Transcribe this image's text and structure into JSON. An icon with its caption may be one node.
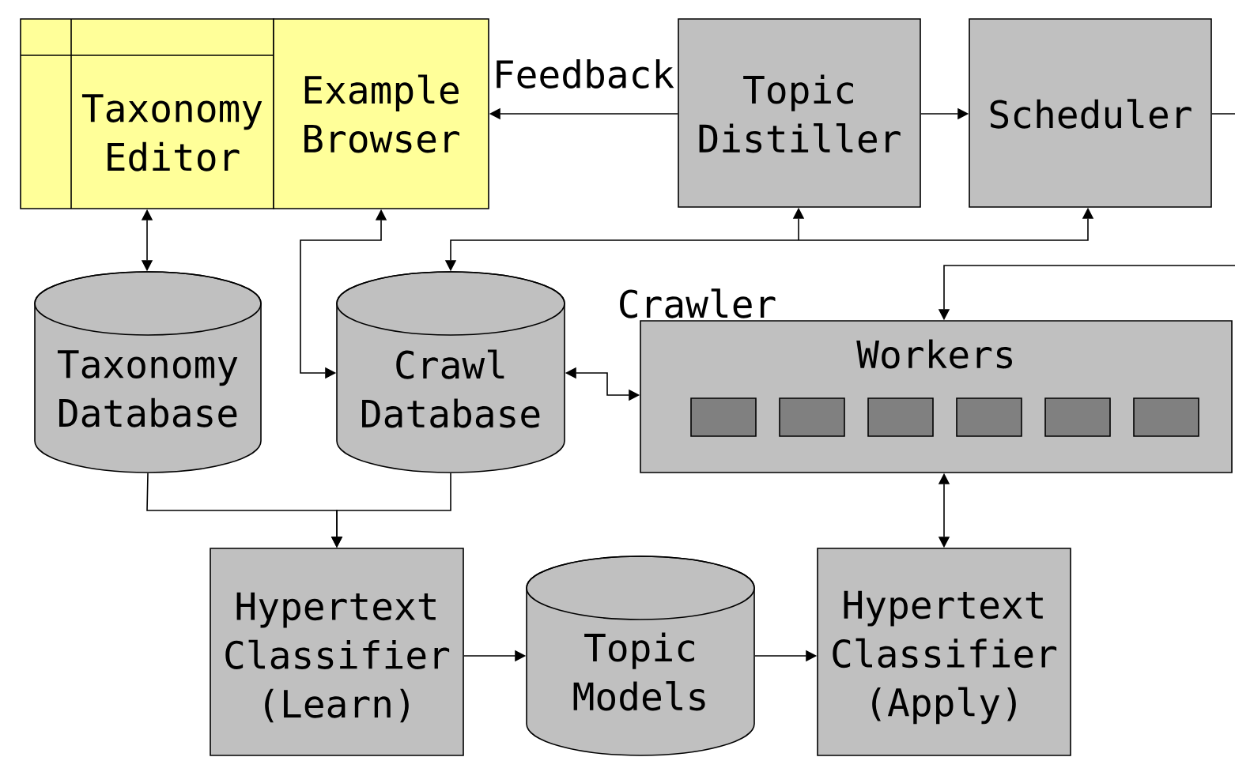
{
  "diagram": {
    "nodes": [
      {
        "text": [
          "Taxonomy Editor"
        ]
      },
      {
        "text": [
          "Example Browser"
        ]
      },
      {
        "text": [
          "Topic Distiller"
        ]
      },
      {
        "text": [
          "Scheduler"
        ]
      },
      {
        "text": [
          "Taxonomy Database"
        ]
      },
      {
        "text": [
          "Crawl Database"
        ]
      },
      {
        "text": [
          "Workers"
        ],
        "beside": [
          "Crawler"
        ]
      },
      {
        "text": [
          "Hypertext Classifier (Learn)"
        ]
      },
      {
        "text": [
          "Topic Models"
        ]
      },
      {
        "text": [
          "Hypertext Classifier (Apply)"
        ]
      }
    ],
    "edges": [
      {
        "from": 2,
        "to": 1,
        "arrow": "to",
        "label": "Feedback"
      },
      {
        "from": 2,
        "to": 3,
        "arrow": "to"
      },
      {
        "from": 3,
        "to": 6,
        "arrow": "to"
      },
      {
        "from": 0,
        "to": 4,
        "arrow": "both"
      },
      {
        "from": 1,
        "to": 5,
        "arrow": "both"
      },
      {
        "from": 5,
        "to": 2,
        "arrow": "both"
      },
      {
        "from": 5,
        "to": 3,
        "arrow": "both"
      },
      {
        "from": 5,
        "to": 6,
        "arrow": "both"
      },
      {
        "from": 4,
        "to": 7,
        "arrow": "to"
      },
      {
        "from": 5,
        "to": 7,
        "arrow": "to"
      },
      {
        "from": 7,
        "to": 8,
        "arrow": "to"
      },
      {
        "from": 8,
        "to": 9,
        "arrow": "to"
      },
      {
        "from": 6,
        "to": 9,
        "arrow": "both"
      }
    ]
  }
}
